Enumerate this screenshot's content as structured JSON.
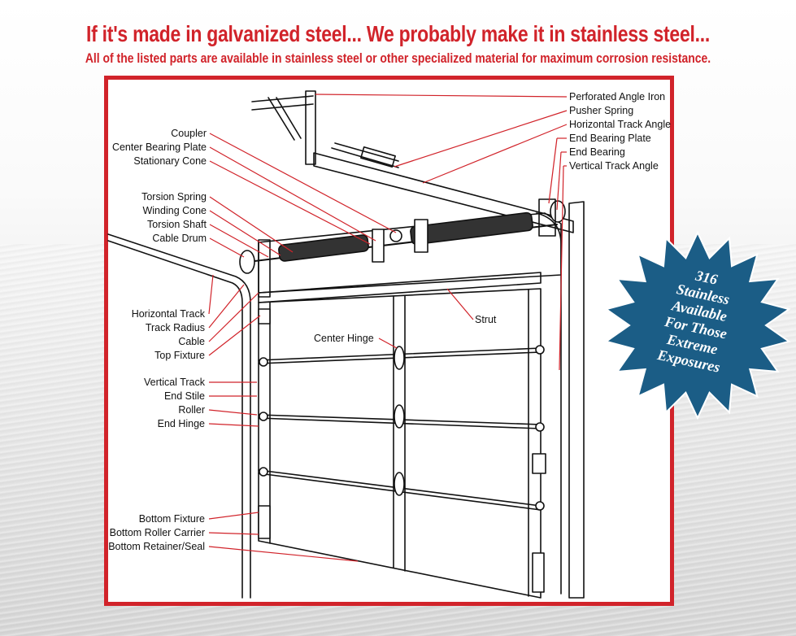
{
  "header": {
    "headline": "If it's made in galvanized steel... We probably make it in stainless steel...",
    "subline": "All of the listed parts are available in stainless steel or other specialized material for maximum corrosion resistance."
  },
  "badge": {
    "lines": [
      "316",
      "Stainless",
      "Available",
      "For Those",
      "Extreme",
      "Exposures"
    ],
    "color": "#1b5d86"
  },
  "labels": {
    "perforated_angle_iron": "Perforated Angle Iron",
    "pusher_spring": "Pusher Spring",
    "horizontal_track_angle": "Horizontal Track Angle",
    "end_bearing_plate": "End Bearing Plate",
    "end_bearing": "End Bearing",
    "vertical_track_angle": "Vertical Track Angle",
    "coupler": "Coupler",
    "center_bearing_plate": "Center Bearing Plate",
    "stationary_cone": "Stationary Cone",
    "torsion_spring": "Torsion Spring",
    "winding_cone": "Winding Cone",
    "torsion_shaft": "Torsion Shaft",
    "cable_drum": "Cable Drum",
    "horizontal_track": "Horizontal Track",
    "track_radius": "Track Radius",
    "cable": "Cable",
    "top_fixture": "Top Fixture",
    "vertical_track": "Vertical Track",
    "end_stile": "End Stile",
    "roller": "Roller",
    "end_hinge": "End Hinge",
    "bottom_fixture": "Bottom Fixture",
    "bottom_roller_carrier": "Bottom Roller Carrier",
    "bottom_retainer_seal": "Bottom Retainer/Seal",
    "strut": "Strut",
    "center_hinge": "Center Hinge"
  },
  "colors": {
    "accent_red": "#d1232a",
    "leader_red": "#d1232a",
    "badge_blue": "#1b5d86"
  }
}
